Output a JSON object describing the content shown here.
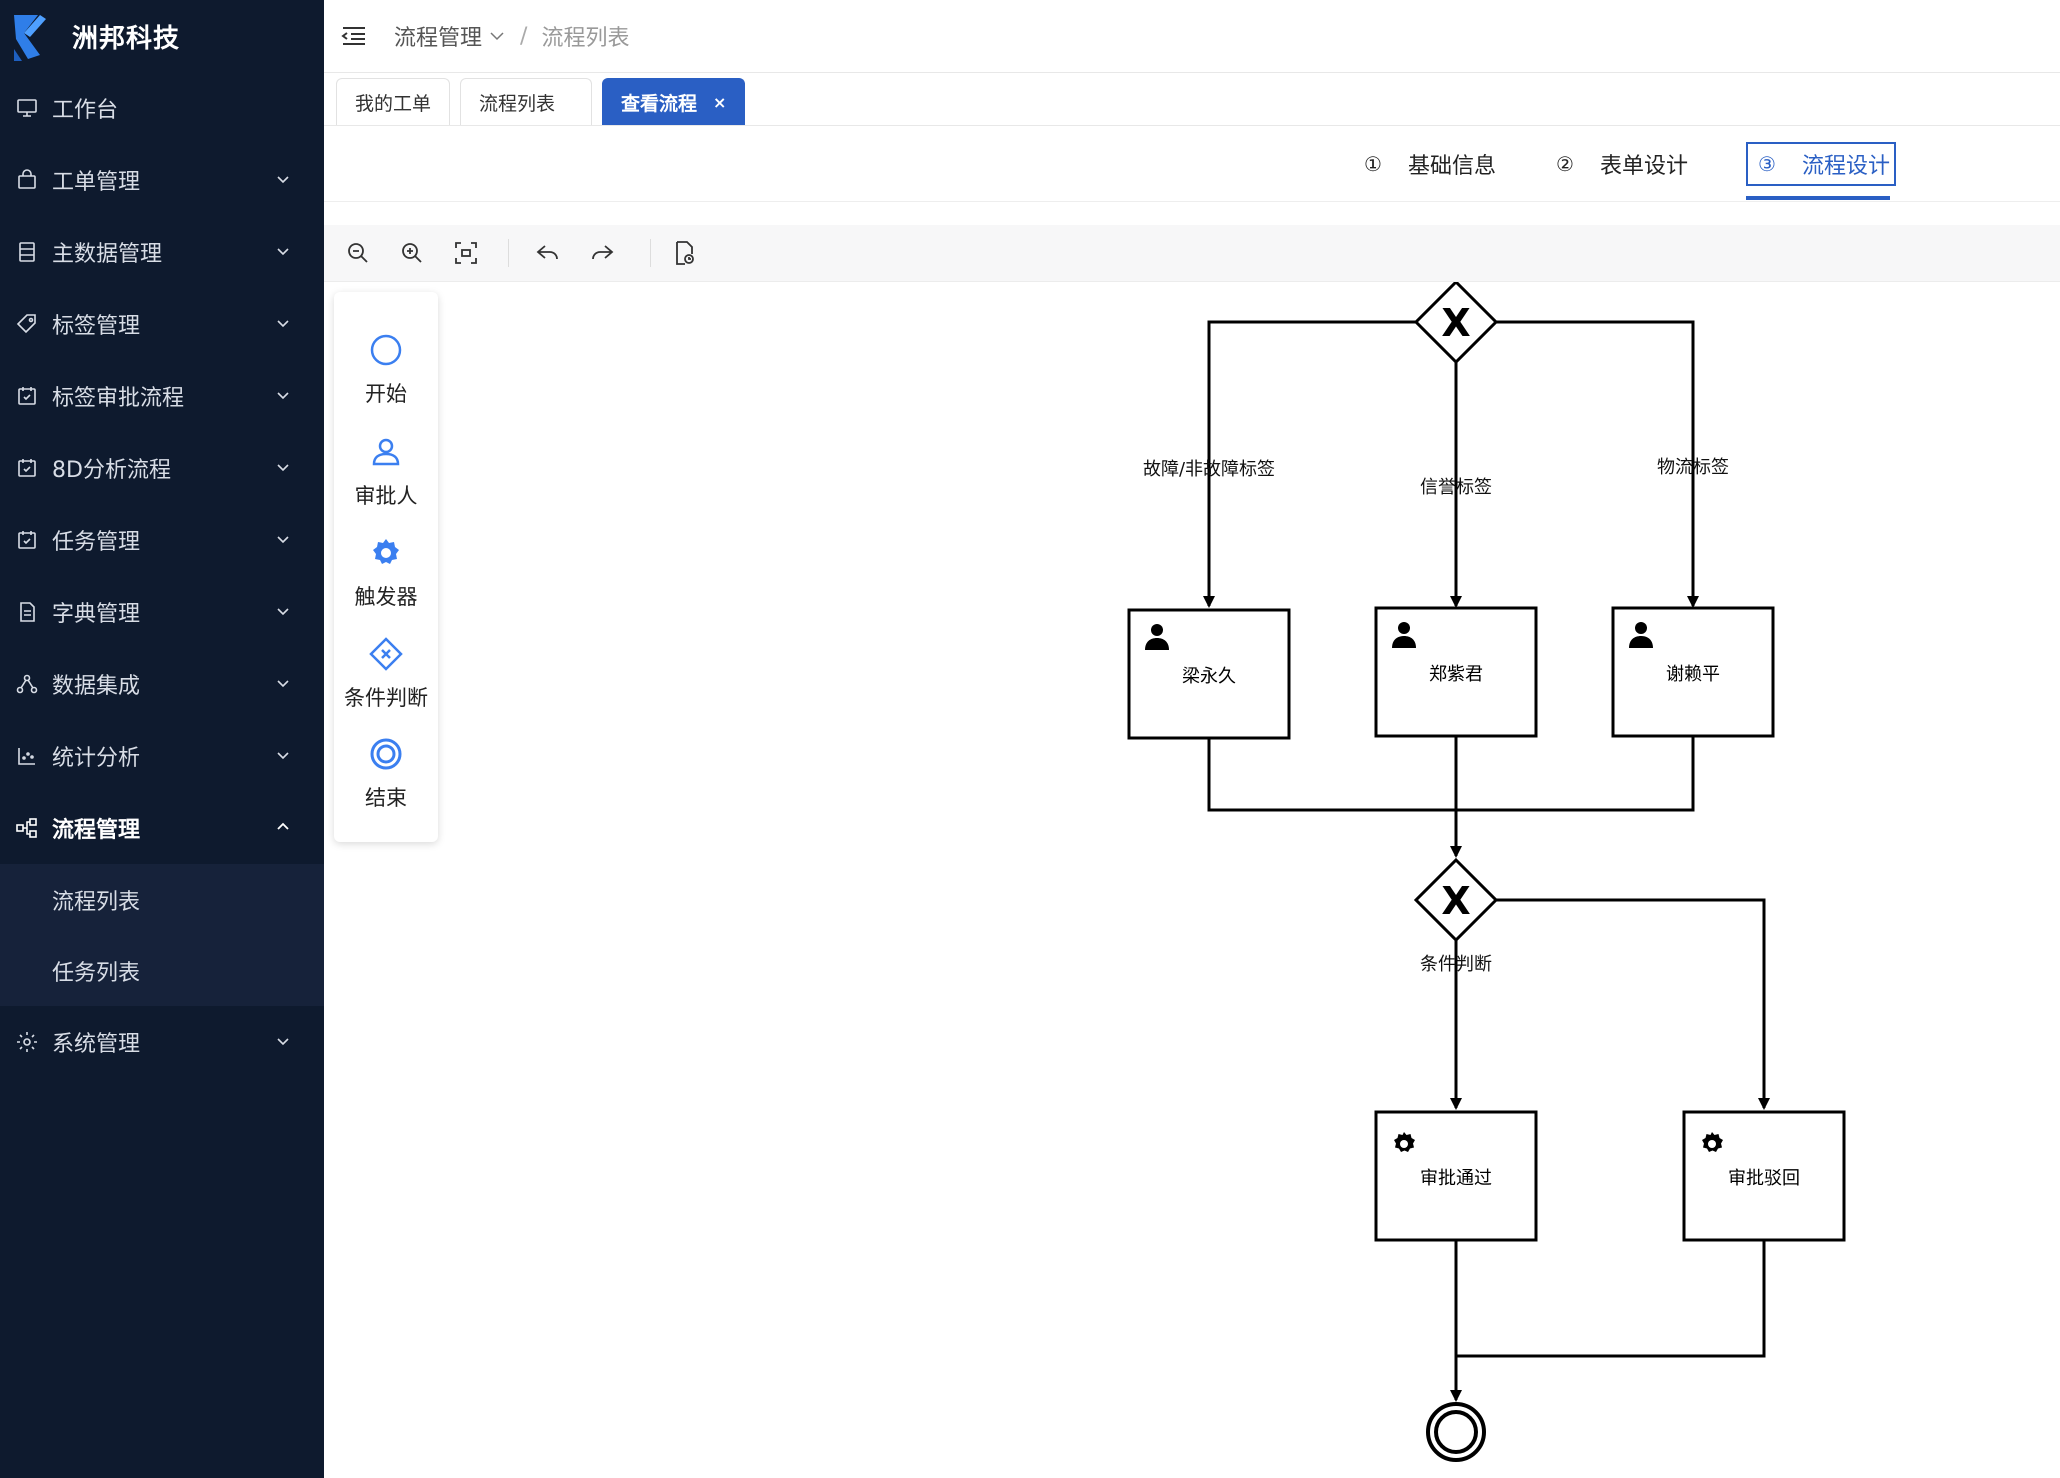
{
  "brand": {
    "name": "洲邦科技"
  },
  "sidebar": {
    "items": [
      {
        "label": "工作台",
        "icon": "monitor-icon"
      },
      {
        "label": "工单管理",
        "icon": "bag-icon"
      },
      {
        "label": "主数据管理",
        "icon": "database-icon"
      },
      {
        "label": "标签管理",
        "icon": "tag-icon"
      },
      {
        "label": "标签审批流程",
        "icon": "calendar-check-icon"
      },
      {
        "label": "8D分析流程",
        "icon": "calendar-check-icon"
      },
      {
        "label": "任务管理",
        "icon": "calendar-check-icon"
      },
      {
        "label": "字典管理",
        "icon": "document-icon"
      },
      {
        "label": "数据集成",
        "icon": "nodes-icon"
      },
      {
        "label": "统计分析",
        "icon": "chart-icon"
      },
      {
        "label": "流程管理",
        "icon": "flow-icon",
        "expanded": true
      },
      {
        "label": "系统管理",
        "icon": "gear-icon"
      }
    ],
    "submenu": [
      "流程列表",
      "任务列表"
    ]
  },
  "header": {
    "breadcrumb": [
      "流程管理",
      "流程列表"
    ]
  },
  "tabs": [
    {
      "label": "我的工单"
    },
    {
      "label": "流程列表"
    },
    {
      "label": "查看流程",
      "active": true,
      "close": "×"
    }
  ],
  "steps": [
    {
      "num": "①",
      "label": "基础信息"
    },
    {
      "num": "②",
      "label": "表单设计"
    },
    {
      "num": "③",
      "label": "流程设计",
      "active": true
    }
  ],
  "toolbar": [
    "zoom-out-icon",
    "zoom-in-icon",
    "fit-view-icon",
    "undo-icon",
    "redo-icon",
    "preview-xml-icon"
  ],
  "palette": [
    {
      "label": "开始",
      "icon": "start-event-icon"
    },
    {
      "label": "审批人",
      "icon": "user-task-icon"
    },
    {
      "label": "触发器",
      "icon": "service-task-icon"
    },
    {
      "label": "条件判断",
      "icon": "gateway-icon"
    },
    {
      "label": "结束",
      "icon": "end-event-icon"
    }
  ],
  "diagram": {
    "branch_labels": [
      "故障/非故障标签",
      "信誉标签",
      "物流标签"
    ],
    "approvers": [
      "梁永久",
      "郑紫君",
      "谢赖平"
    ],
    "condition_label": "条件判断",
    "triggers": [
      "审批通过",
      "审批驳回"
    ],
    "gateway_symbol": "X"
  },
  "colors": {
    "sidebar_bg": "#0e1a2e",
    "accent": "#2a5fc4",
    "palette_icon": "#3b7ff0"
  }
}
